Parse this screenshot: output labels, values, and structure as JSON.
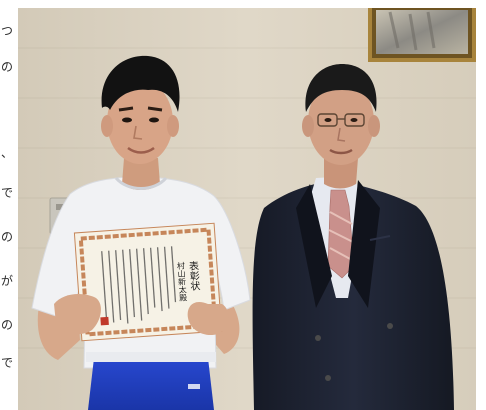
{
  "image": {
    "description_free": true,
    "colors": {
      "wall": "#dcd3c2",
      "frame_gold": "#a8843c",
      "shirt_white": "#f1f2f4",
      "shorts_blue": "#1f3fbf",
      "suit_navy": "#1c2130",
      "tie_pink": "#c9908c",
      "certificate_border": "#c6865a"
    }
  },
  "certificate": {
    "title": "表彰状",
    "recipient": "村山新太殿"
  },
  "left_column": {
    "glyphs": [
      "つ",
      "の",
      "、",
      "で",
      "の",
      "が",
      "の",
      "で"
    ]
  }
}
